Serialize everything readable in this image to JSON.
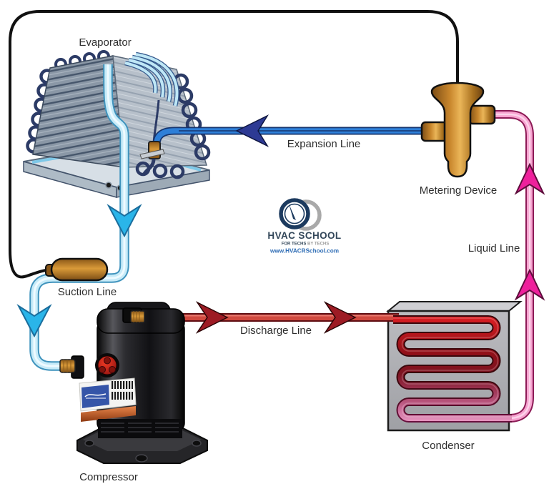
{
  "diagram": {
    "title_labels": {
      "evaporator": "Evaporator",
      "expansion_line": "Expansion Line",
      "metering_device": "Metering Device",
      "liquid_line": "Liquid Line",
      "suction_line": "Suction Line",
      "discharge_line": "Discharge Line",
      "compressor": "Compressor",
      "condenser": "Condenser"
    },
    "logo": {
      "name": "HVAC SCHOOL",
      "tagline_left": "FOR TECHS",
      "tagline_right": " BY TECHS",
      "url": "www.HVACRSchool.com"
    },
    "colors": {
      "suction_line_fill": "#c7ebf8",
      "suction_line_outline": "#3f93bd",
      "suction_arrow": "#2ab5e9",
      "expansion_line_fill": "#2e7fd8",
      "expansion_line_outline": "#16356e",
      "expansion_arrow": "#2d3a94",
      "discharge_line_fill": "#d0493f",
      "discharge_line_outline": "#5e0d12",
      "discharge_arrow": "#9d1b24",
      "liquid_line_fill": "#f7a3d0",
      "liquid_line_outline": "#8c1a55",
      "liquid_arrow": "#ee219c",
      "capillary_line": "#111111",
      "brass": "#c8862c",
      "condenser_body": "#aeaeb3",
      "compressor_body": "#141416",
      "logo_navy": "#1c3a5e",
      "logo_blue": "#2f6db5",
      "logo_gray": "#9a9a9a",
      "label_text": "#2e2e2e"
    }
  }
}
